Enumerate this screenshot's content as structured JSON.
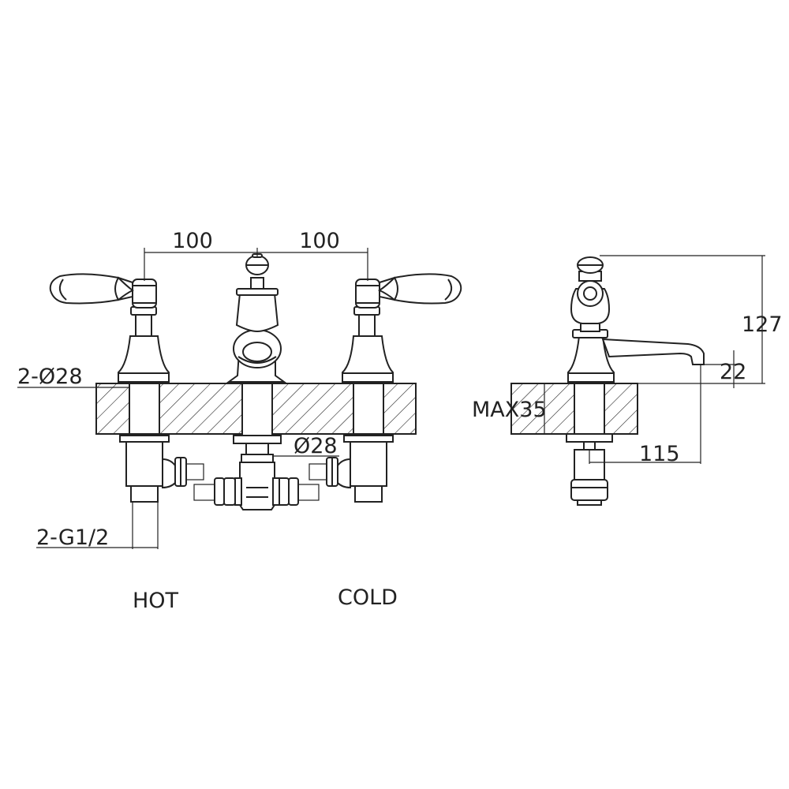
{
  "dimensions": {
    "spacing_left": "100",
    "spacing_right": "100",
    "hole_diameter": "2-Ø28",
    "center_diameter": "Ø28",
    "connection": "2-G1/2",
    "max_deck": "MAX35",
    "height": "127",
    "spout_height": "22",
    "reach": "115"
  },
  "labels": {
    "hot": "HOT",
    "cold": "COLD"
  },
  "colors": {
    "line": "#222222",
    "background": "#ffffff"
  }
}
